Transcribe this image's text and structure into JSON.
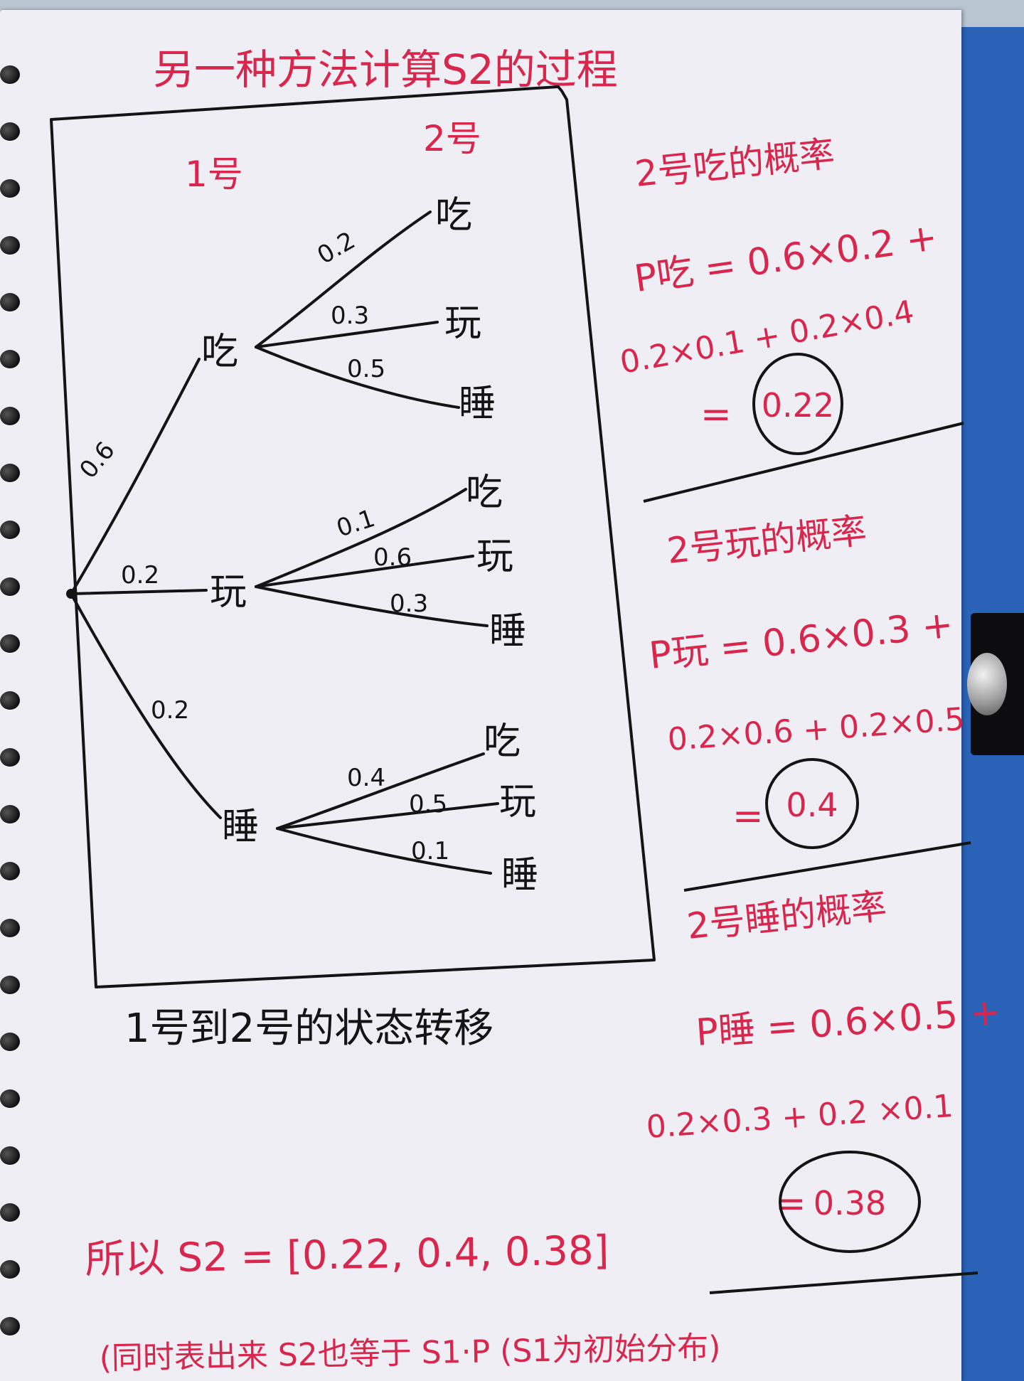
{
  "title": "另一种方法计算S2的过程",
  "labels": {
    "day1": "1号",
    "day2": "2号",
    "caption": "1号到2号的状态转移"
  },
  "states": {
    "eat": "吃",
    "play": "玩",
    "sleep": "睡"
  },
  "branches": {
    "root": {
      "eat": "0.6",
      "play": "0.2",
      "sleep": "0.2"
    },
    "eat": {
      "eat": "0.2",
      "play": "0.3",
      "sleep": "0.5"
    },
    "play": {
      "eat": "0.1",
      "play": "0.6",
      "sleep": "0.3"
    },
    "sleep": {
      "eat": "0.4",
      "play": "0.5",
      "sleep": "0.1"
    }
  },
  "calc": {
    "eat": {
      "heading": "2号吃的概率",
      "line1": "P吃 = 0.6×0.2 +",
      "line2": "0.2×0.1 + 0.2×0.4",
      "eq": "=",
      "result": "0.22"
    },
    "play": {
      "heading": "2号玩的概率",
      "line1": "P玩 = 0.6×0.3 +",
      "line2": "0.2×0.6 + 0.2×0.5",
      "eq": "=",
      "result": "0.4"
    },
    "sleep": {
      "heading": "2号睡的概率",
      "line1": "P睡 = 0.6×0.5 +",
      "line2": "0.2×0.3 + 0.2 ×0.1",
      "eq": "=",
      "result": "0.38"
    }
  },
  "summary": "所以 S2 = [0.22, 0.4, 0.38]",
  "note": "(同时表出来 S2也等于 S1·P (S1为初始分布)"
}
